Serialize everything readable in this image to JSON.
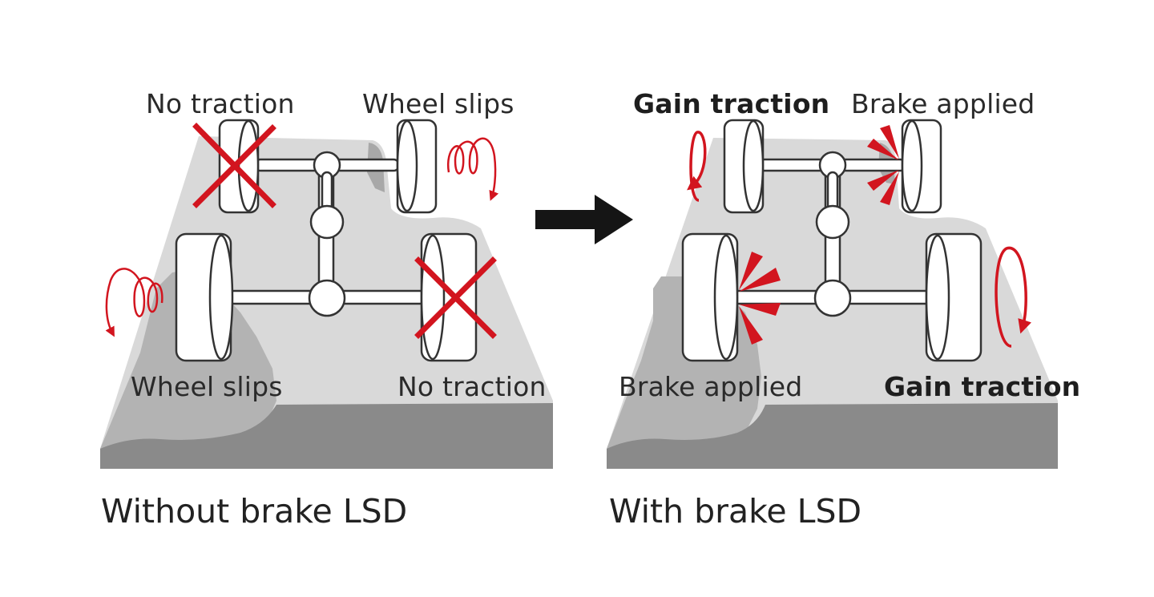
{
  "colors": {
    "accent_red": "#d2151f",
    "road_light": "#d9d9d9",
    "road_slip": "#b3b3b3",
    "road_ground": "#8a8a8a",
    "arrow": "#151515",
    "outline": "#333333"
  },
  "panels": [
    {
      "caption": "Without brake LSD",
      "labels": {
        "front_left": "No traction",
        "front_right": "Wheel slips",
        "rear_left": "Wheel slips",
        "rear_right": "No traction"
      },
      "wheel_states": {
        "front_left": "no-traction",
        "front_right": "slipping",
        "rear_left": "slipping",
        "rear_right": "no-traction"
      }
    },
    {
      "caption": "With brake LSD",
      "labels": {
        "front_left": "Gain traction",
        "front_right": "Brake applied",
        "rear_left": "Brake applied",
        "rear_right": "Gain traction"
      },
      "wheel_states": {
        "front_left": "gain-traction",
        "front_right": "brake-applied",
        "rear_left": "brake-applied",
        "rear_right": "gain-traction"
      }
    }
  ],
  "transition_icon": "right-arrow-icon"
}
